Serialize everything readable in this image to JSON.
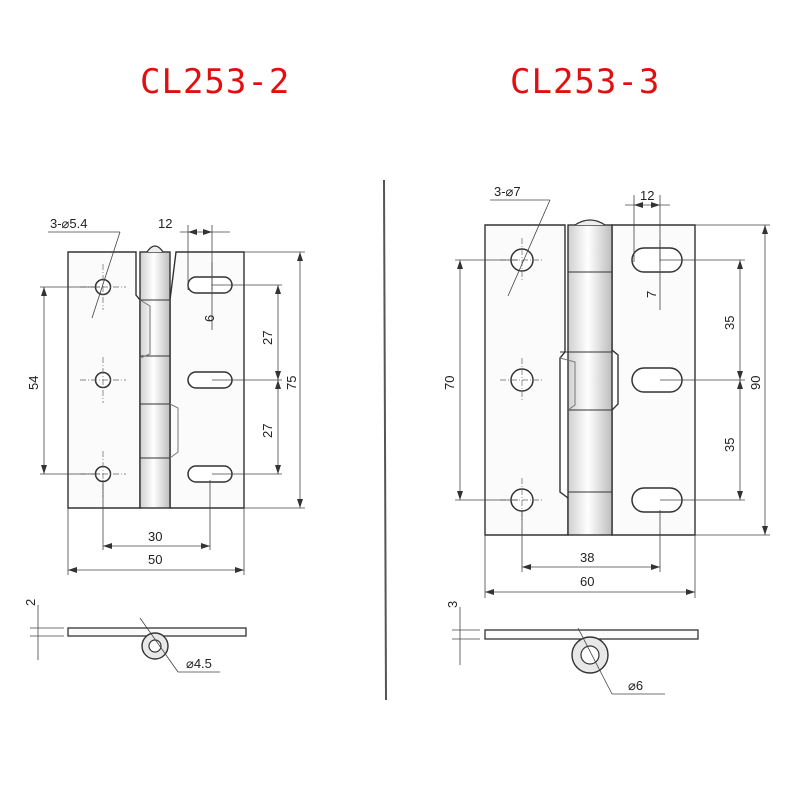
{
  "models": [
    {
      "title": "CL253-2",
      "hole_callout": "3-⌀5.4",
      "slot_pitch": "12",
      "slot_height": "6",
      "slot_spacing_upper": "27",
      "slot_spacing_lower": "27",
      "total_height": "75",
      "hole_span": "54",
      "bottom_inner": "30",
      "width": "50",
      "thickness": "2",
      "knuckle": "⌀4.5"
    },
    {
      "title": "CL253-3",
      "hole_callout": "3-⌀7",
      "slot_pitch": "12",
      "slot_height": "7",
      "slot_spacing_upper": "35",
      "slot_spacing_lower": "35",
      "total_height": "90",
      "hole_span": "70",
      "bottom_inner": "38",
      "width": "60",
      "thickness": "3",
      "knuckle": "⌀6"
    }
  ]
}
